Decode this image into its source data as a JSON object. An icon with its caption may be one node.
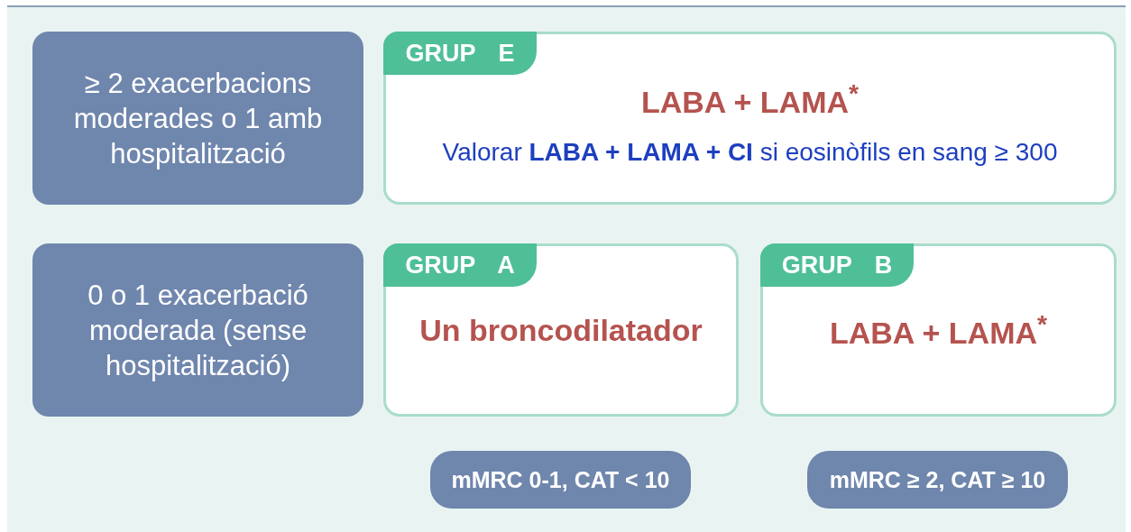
{
  "diagram": {
    "nodes": [
      {
        "text": [
          "≥ 2 exacerbacions moderades o 1 amb hospitalització"
        ]
      },
      {
        "text": [
          "GRUP E",
          "LABA + LAMA$^{*}$",
          "Valorar **LABA + LAMA + CI** si eosinòfils en sang ≥ 300"
        ]
      },
      {
        "text": [
          "0 o 1 exacerbació moderada (sense hospitalització)"
        ]
      },
      {
        "text": [
          "GRUP A",
          "Un broncodilatador"
        ]
      },
      {
        "text": [
          "GRUP B",
          "LABA + LAMA$^{*}$"
        ]
      },
      {
        "text": [
          "mMRC 0-1, CAT < 10"
        ]
      },
      {
        "text": [
          "mMRC ≥ 2, CAT ≥ 10"
        ]
      }
    ],
    "edges": []
  }
}
